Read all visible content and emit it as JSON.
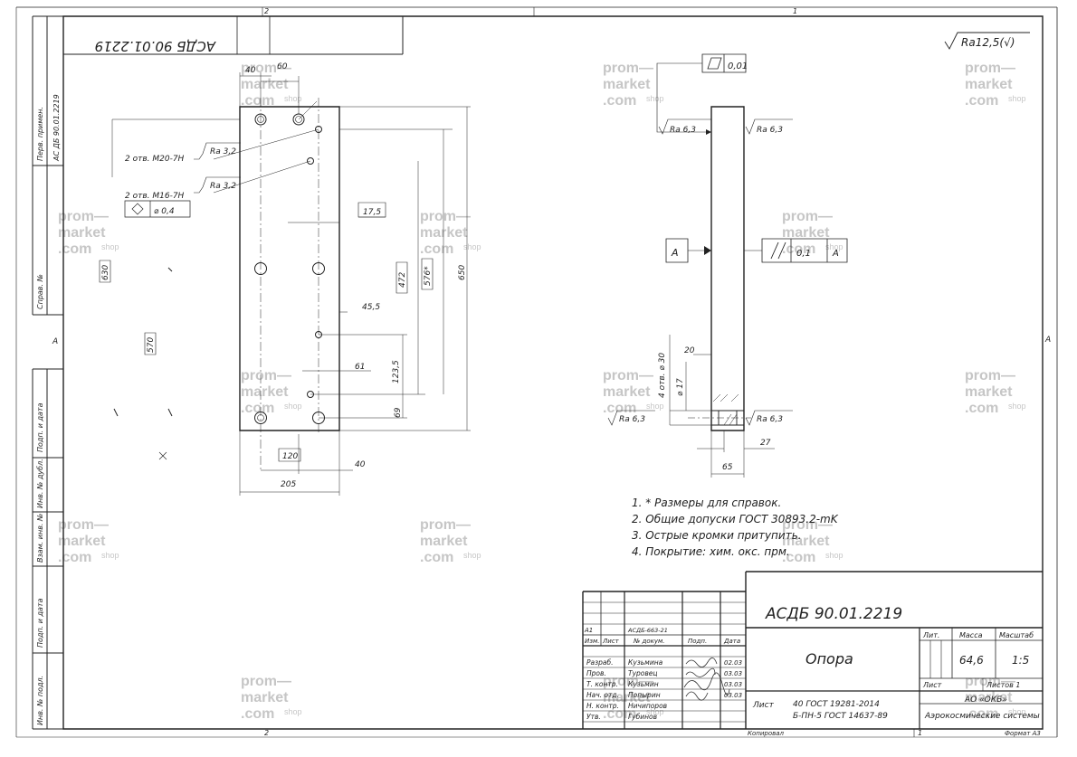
{
  "drawing": {
    "designation": "АСДБ 90.01.2219",
    "designation_mirrored": "АСДБ 90.01.2219",
    "side_ref": "АС ДБ 90.01.2219",
    "zone_top_2": "2",
    "zone_top_1": "1",
    "zone_bottom_2": "2",
    "zone_bottom_1": "1",
    "zone_left_a": "A",
    "zone_right_a": "A",
    "roughness_general": "Ra12,5(√)"
  },
  "side_stamps": {
    "perv_primen": "Перв. примен.",
    "sprav_no": "Справ. №",
    "podp_data_1": "Подп. и дата",
    "inv_dubl": "Инв. № дубл.",
    "vzam_inv": "Взам. инв. №",
    "podp_data_2": "Подп. и дата",
    "inv_podl": "Инв. № подл."
  },
  "watermark": {
    "line1": "prom—",
    "line2": "market",
    "line3": ".com",
    "shop": "shop"
  },
  "front_view": {
    "dim_40": "40",
    "dim_60": "60",
    "note_m20": "2 отв. М20-7Н",
    "note_m20_ra": "Ra 3,2",
    "note_m16_ra": "Ra 3,2",
    "note_m16": "2 отв. М16-7Н",
    "pos_tol": "⌀ 0,4",
    "dim_17_5": "17,5",
    "dim_630": "630",
    "dim_472": "472",
    "dim_576": "576*",
    "dim_650": "650",
    "dim_570": "570",
    "dim_45_5": "45,5",
    "dim_61": "61",
    "dim_123_5": "123,5",
    "dim_69": "69",
    "dim_120": "120",
    "dim_40b": "40",
    "dim_205": "205"
  },
  "side_view": {
    "flatness": "0,01",
    "ra_top_left": "Ra 6,3",
    "ra_top_right": "Ra 6,3",
    "datum": "А",
    "parallel_value": "0,1",
    "parallel_datum": "А",
    "dim_20": "20",
    "dim_d30": "4 отв. ⌀ 30",
    "dim_d17": "⌀ 17",
    "ra_bottom_left": "Ra 6,3",
    "ra_bottom_right": "Ra 6,3",
    "dim_27": "27",
    "dim_65": "65"
  },
  "notes": [
    "1. * Размеры для справок.",
    "2. Общие допуски ГОСТ 30893.2-mK",
    "3. Острые кромки притупить.",
    "4. Покрытие: хим. окс. прм."
  ],
  "title_block": {
    "designation": "АСДБ 90.01.2219",
    "name": "Опора",
    "material_prefix": "Лист ",
    "material_line1": "40 ГОСТ 19281-2014",
    "material_line2": "Б-ПН-5 ГОСТ 14637-89",
    "col_lit": "Лит.",
    "col_mass": "Масса",
    "col_scale": "Масштаб",
    "mass": "64,6",
    "scale": "1:5",
    "sheet": "Лист",
    "sheets": "Листов 1",
    "org1": "АО «ОКБ»",
    "org2": "Аэрокосмические системы",
    "rev_izm": "Изм.",
    "rev_list": "Лист",
    "rev_doc": "№ докум.",
    "rev_podp": "Подп.",
    "rev_data": "Дата",
    "rev_row_a": "А1",
    "rev_row_doc": "АСДБ-663-21",
    "role_razrab": "Разраб.",
    "role_prov": "Пров.",
    "role_tkontr": "Т. контр.",
    "role_nach": "Нач. отд.",
    "role_nkontr": "Н. контр.",
    "role_utv": "Утв.",
    "name_razrab": "Кузьмина",
    "name_prov": "Туровец",
    "name_tkontr": "Кузьмин",
    "name_nach": "Попырин",
    "name_nkontr": "Ничипоров",
    "name_utv": "Губинов",
    "date_1": "02.03",
    "date_2": "03.03",
    "date_3": "03.03",
    "date_4": "03.03",
    "copied": "Копировал",
    "format": "Формат А3"
  }
}
